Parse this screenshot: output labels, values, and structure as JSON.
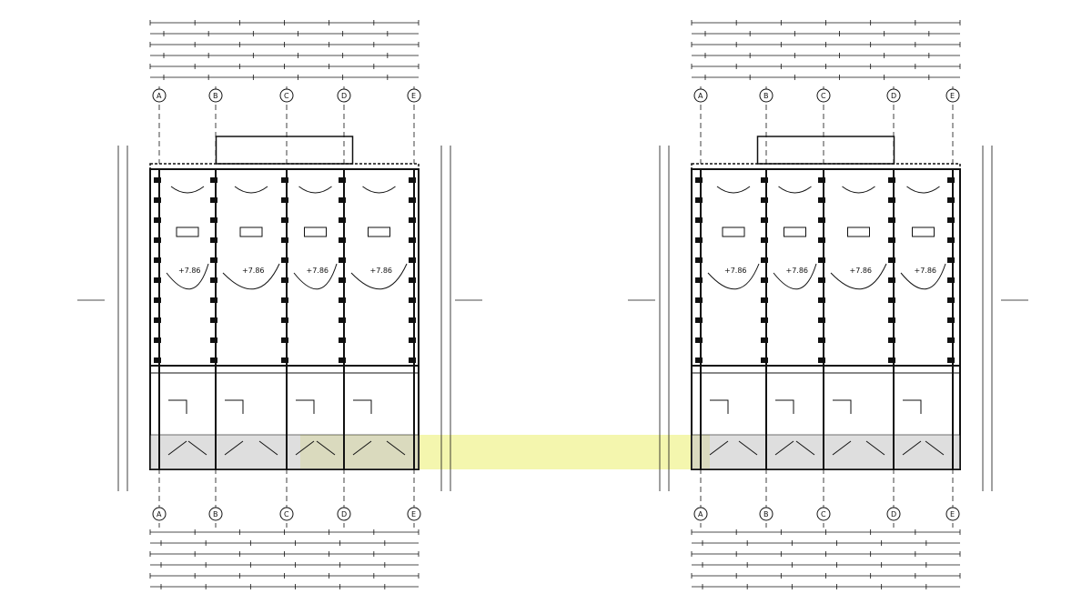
{
  "drawing": {
    "type": "architectural-floor-plan",
    "grid_labels": [
      "A",
      "B",
      "C",
      "D",
      "E"
    ],
    "elevation_label": "+7.86",
    "colors": {
      "line": "#111111",
      "hatch": "#c9c9c9",
      "watermark": "#f2f5a0"
    }
  }
}
